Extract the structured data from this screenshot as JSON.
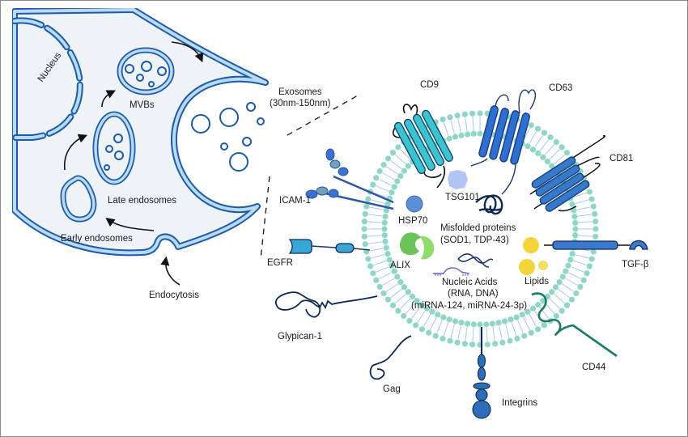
{
  "figure": {
    "title": "Exosome biogenesis and composition",
    "colors": {
      "cell_fill": "#eef3f7",
      "membrane_fill": "#b9daf4",
      "membrane_stroke": "#1d5aa8",
      "lipid_head": "#8fd6c8",
      "lipid_tail": "#a9c8e8",
      "cd9": "#39c4cf",
      "cd63": "#2f6fd0",
      "cd81": "#3779c9",
      "dark_navy": "#0f2a52",
      "alix": "#7ed36a",
      "lipids": "#f3d43a",
      "tsg101": "#a7bff0",
      "hsp70": "#5b8fd4",
      "cd44": "#1e7a68"
    }
  },
  "cell_panel": {
    "labels": {
      "nucleus": "Nucleus",
      "mvbs": "MVBs",
      "late_endosomes": "Late endosomes",
      "early_endosomes": "Early endosomes",
      "endocytosis": "Endocytosis"
    }
  },
  "exosome_label": {
    "title": "Exosomes",
    "size_range": "(30nm-150nm)"
  },
  "exosome": {
    "surface_markers": {
      "cd9": "CD9",
      "cd63": "CD63",
      "cd81": "CD81",
      "icam1": "ICAM-1",
      "egfr": "EGFR",
      "tgfb": "TGF-β",
      "glypican1": "Glypican-1",
      "cd44": "CD44",
      "gag": "Gag",
      "integrins": "Integrins"
    },
    "cargo": {
      "tsg101": "TSG101",
      "hsp70": "HSP70",
      "misfolded_title": "Misfolded proteins",
      "misfolded_examples": "(SOD1, TDP-43)",
      "alix": "ALIX",
      "lipids": "Lipids",
      "nucleic_title": "Nucleic Acids",
      "nucleic_types": "(RNA, DNA)",
      "nucleic_examples": "(miRNA-124, miRNA-24-3p)"
    }
  }
}
